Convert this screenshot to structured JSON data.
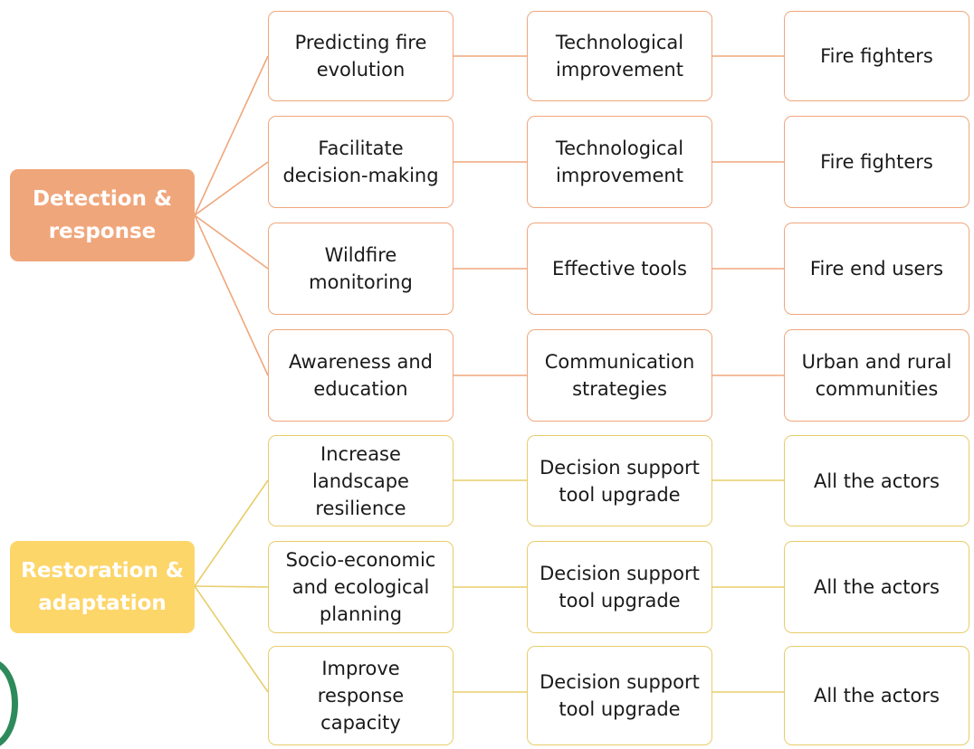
{
  "categories": [
    {
      "label": "Detection &\nresponse",
      "color": "#f0a67b"
    },
    {
      "label": "Restoration &\nadaptation",
      "color": "#fdd66a"
    }
  ],
  "rows": [
    {
      "category": 0,
      "cells": [
        "Predicting fire\nevolution",
        "Technological\nimprovement",
        "Fire fighters"
      ]
    },
    {
      "category": 0,
      "cells": [
        "Facilitate\ndecision-making",
        "Technological\nimprovement",
        "Fire fighters"
      ]
    },
    {
      "category": 0,
      "cells": [
        "Wildfire\nmonitoring",
        "Effective tools",
        "Fire end users"
      ]
    },
    {
      "category": 0,
      "cells": [
        "Awareness and\neducation",
        "Communication\nstrategies",
        "Urban and rural\ncommunities"
      ]
    },
    {
      "category": 1,
      "cells": [
        "Increase\nlandscape\nresilience",
        "Decision support\ntool upgrade",
        "All the actors"
      ]
    },
    {
      "category": 1,
      "cells": [
        "Socio-economic\nand ecological\nplanning",
        "Decision support\ntool upgrade",
        "All the actors"
      ]
    },
    {
      "category": 1,
      "cells": [
        "Improve\nresponse\ncapacity",
        "Decision support\ntool upgrade",
        "All the actors"
      ]
    }
  ],
  "colors": {
    "orange_border": "#efa77d",
    "yellow_border": "#e8cd6a",
    "badge": "#2e8a5a"
  }
}
